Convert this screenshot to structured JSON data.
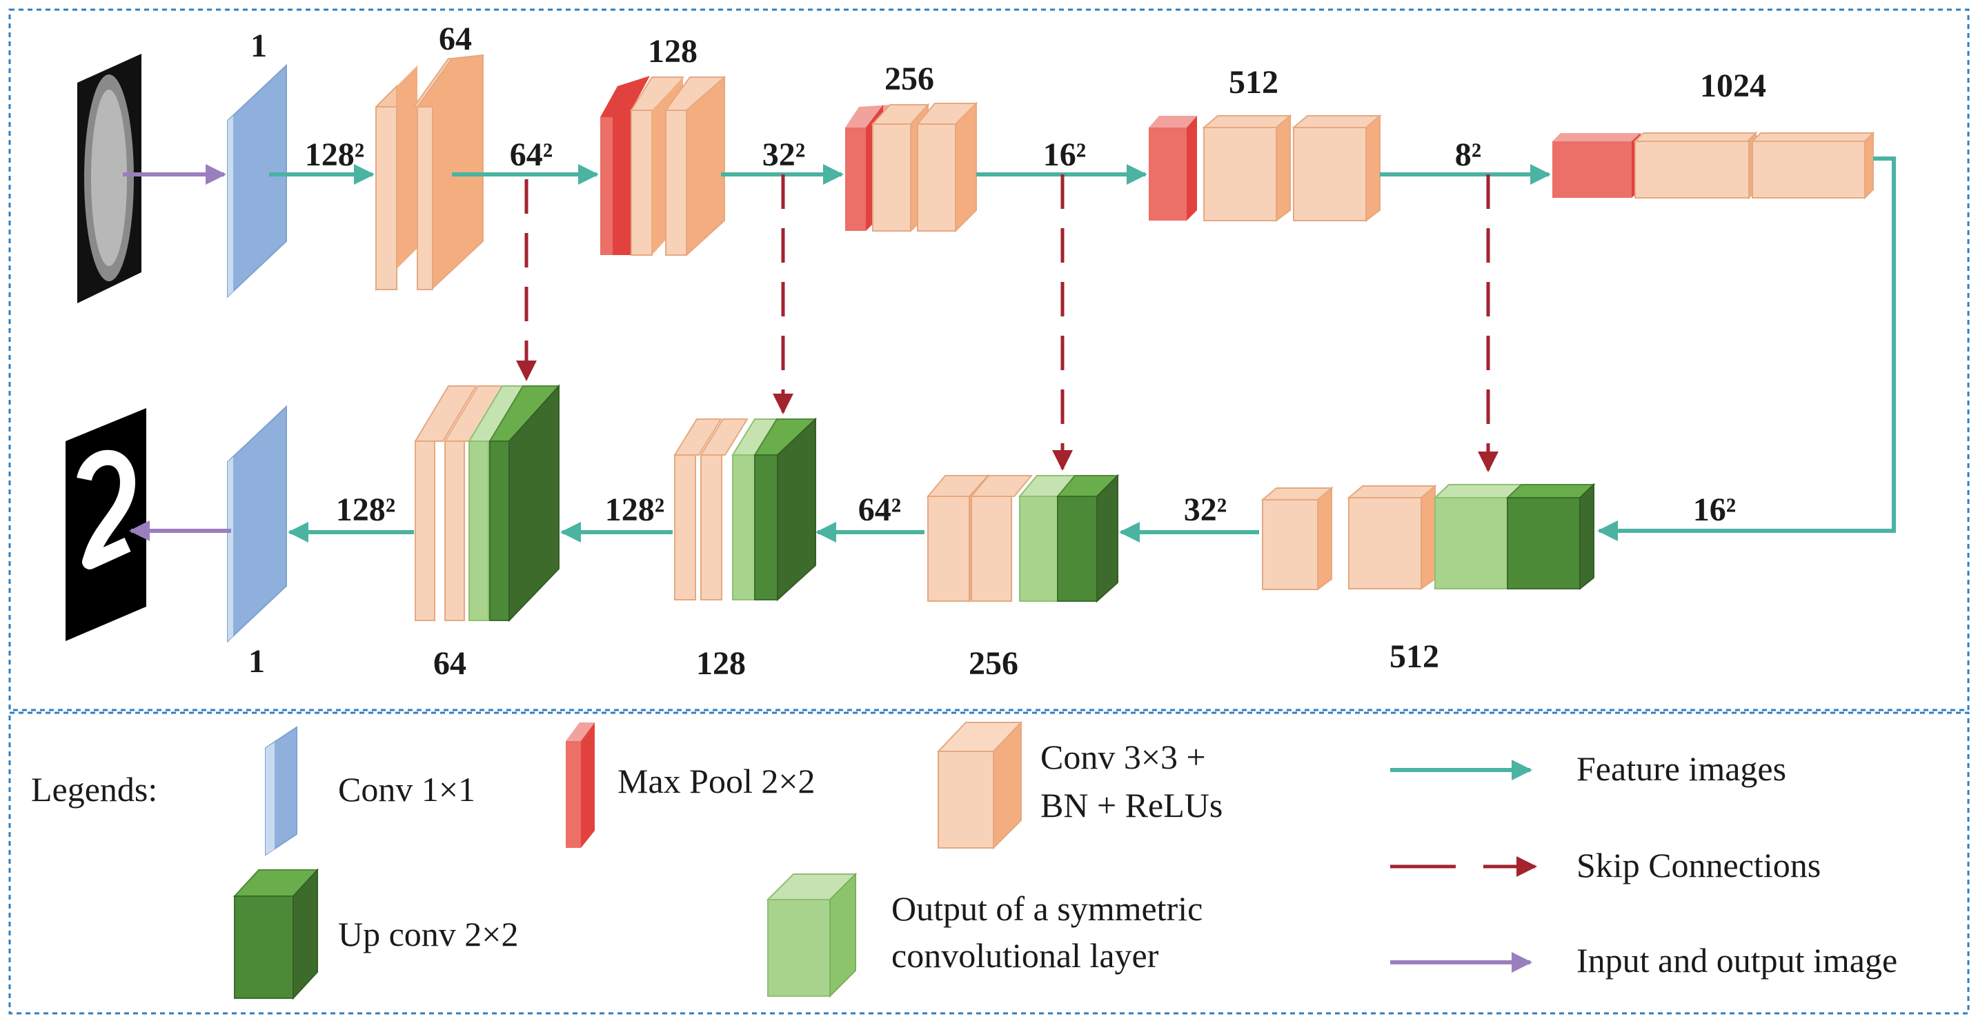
{
  "diagram": {
    "encoder_channels": [
      "1",
      "64",
      "128",
      "256",
      "512",
      "1024"
    ],
    "encoder_sizes": [
      "128²",
      "64²",
      "32²",
      "16²",
      "8²"
    ],
    "decoder_channels": [
      "1",
      "64",
      "128",
      "256",
      "512"
    ],
    "decoder_sizes": [
      "128²",
      "128²",
      "64²",
      "32²",
      "16²"
    ]
  },
  "legend": {
    "title": "Legends:",
    "conv1x1": "Conv  1×1",
    "maxpool": "Max Pool 2×2",
    "conv3x3_line1": "Conv 3×3 +",
    "conv3x3_line2": "BN + ReLUs",
    "upconv": "Up conv 2×2",
    "symmetric_line1": "Output of a symmetric",
    "symmetric_line2": "convolutional layer",
    "feature": "Feature images",
    "skip": "Skip Connections",
    "io": "Input and output image"
  },
  "colors": {
    "conv1x1": "#92b0dc",
    "maxpool": "#ec6f68",
    "conv3x3": "#f6c6a6",
    "upconv": "#4d8a38",
    "symmetric": "#a7d38c",
    "feature_arrow": "#4ab3a1",
    "skip_arrow": "#a3232f",
    "io_arrow": "#9a7fbe",
    "border": "#2f7ec1"
  }
}
